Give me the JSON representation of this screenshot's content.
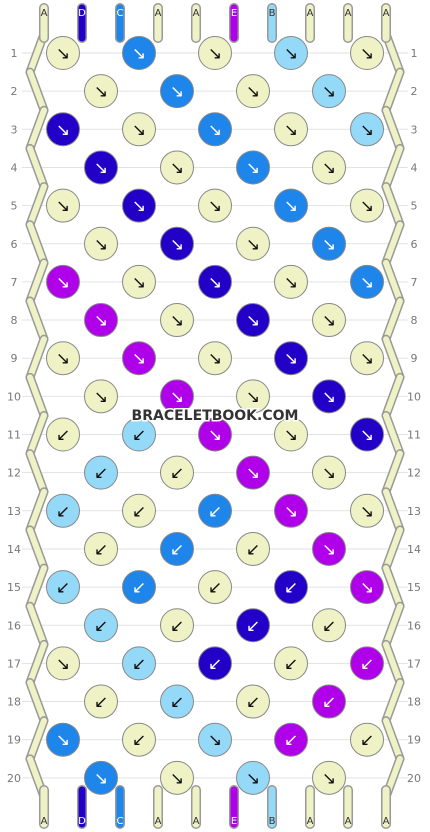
{
  "watermark": "BRACELETBOOK.COM",
  "strand_colors": {
    "A": "#eef2c4",
    "B": "#94d9f7",
    "C": "#1e86ea",
    "D": "#2200c8",
    "E": "#b000ea"
  },
  "top_strands": [
    "A",
    "D",
    "C",
    "A",
    "A",
    "E",
    "B",
    "A",
    "A",
    "A"
  ],
  "bottom_strands": [
    "A",
    "D",
    "C",
    "A",
    "A",
    "E",
    "B",
    "A",
    "A",
    "A"
  ],
  "row_labels": [
    "1",
    "2",
    "3",
    "4",
    "5",
    "6",
    "7",
    "8",
    "9",
    "10",
    "11",
    "12",
    "13",
    "14",
    "15",
    "16",
    "17",
    "18",
    "19",
    "20"
  ],
  "rows": [
    {
      "knots": [
        {
          "c": "A",
          "d": "↘"
        },
        {
          "c": "C",
          "d": "↘"
        },
        {
          "c": "A",
          "d": "↘"
        },
        {
          "c": "B",
          "d": "↘"
        },
        {
          "c": "A",
          "d": "↘"
        }
      ]
    },
    {
      "knots": [
        {
          "c": "A",
          "d": "↘"
        },
        {
          "c": "C",
          "d": "↘"
        },
        {
          "c": "A",
          "d": "↘"
        },
        {
          "c": "B",
          "d": "↘"
        }
      ]
    },
    {
      "knots": [
        {
          "c": "D",
          "d": "↘"
        },
        {
          "c": "A",
          "d": "↘"
        },
        {
          "c": "C",
          "d": "↘"
        },
        {
          "c": "A",
          "d": "↘"
        },
        {
          "c": "B",
          "d": "↘"
        }
      ]
    },
    {
      "knots": [
        {
          "c": "D",
          "d": "↘"
        },
        {
          "c": "A",
          "d": "↘"
        },
        {
          "c": "C",
          "d": "↘"
        },
        {
          "c": "A",
          "d": "↘"
        }
      ]
    },
    {
      "knots": [
        {
          "c": "A",
          "d": "↘"
        },
        {
          "c": "D",
          "d": "↘"
        },
        {
          "c": "A",
          "d": "↘"
        },
        {
          "c": "C",
          "d": "↘"
        },
        {
          "c": "A",
          "d": "↘"
        }
      ]
    },
    {
      "knots": [
        {
          "c": "A",
          "d": "↘"
        },
        {
          "c": "D",
          "d": "↘"
        },
        {
          "c": "A",
          "d": "↘"
        },
        {
          "c": "C",
          "d": "↘"
        }
      ]
    },
    {
      "knots": [
        {
          "c": "E",
          "d": "↘"
        },
        {
          "c": "A",
          "d": "↘"
        },
        {
          "c": "D",
          "d": "↘"
        },
        {
          "c": "A",
          "d": "↘"
        },
        {
          "c": "C",
          "d": "↘"
        }
      ]
    },
    {
      "knots": [
        {
          "c": "E",
          "d": "↘"
        },
        {
          "c": "A",
          "d": "↘"
        },
        {
          "c": "D",
          "d": "↘"
        },
        {
          "c": "A",
          "d": "↘"
        }
      ]
    },
    {
      "knots": [
        {
          "c": "A",
          "d": "↘"
        },
        {
          "c": "E",
          "d": "↘"
        },
        {
          "c": "A",
          "d": "↘"
        },
        {
          "c": "D",
          "d": "↘"
        },
        {
          "c": "A",
          "d": "↘"
        }
      ]
    },
    {
      "knots": [
        {
          "c": "A",
          "d": "↘"
        },
        {
          "c": "E",
          "d": "↘"
        },
        {
          "c": "A",
          "d": "↘"
        },
        {
          "c": "D",
          "d": "↘"
        }
      ]
    },
    {
      "knots": [
        {
          "c": "A",
          "d": "↙"
        },
        {
          "c": "B",
          "d": "↙"
        },
        {
          "c": "E",
          "d": "↘"
        },
        {
          "c": "A",
          "d": "↘"
        },
        {
          "c": "D",
          "d": "↘"
        }
      ]
    },
    {
      "knots": [
        {
          "c": "B",
          "d": "↙"
        },
        {
          "c": "A",
          "d": "↙"
        },
        {
          "c": "E",
          "d": "↘"
        },
        {
          "c": "A",
          "d": "↘"
        }
      ]
    },
    {
      "knots": [
        {
          "c": "B",
          "d": "↙"
        },
        {
          "c": "A",
          "d": "↙"
        },
        {
          "c": "C",
          "d": "↙"
        },
        {
          "c": "E",
          "d": "↘"
        },
        {
          "c": "A",
          "d": "↘"
        }
      ]
    },
    {
      "knots": [
        {
          "c": "A",
          "d": "↙"
        },
        {
          "c": "C",
          "d": "↙"
        },
        {
          "c": "A",
          "d": "↙"
        },
        {
          "c": "E",
          "d": "↘"
        }
      ]
    },
    {
      "knots": [
        {
          "c": "B",
          "d": "↙"
        },
        {
          "c": "C",
          "d": "↙"
        },
        {
          "c": "A",
          "d": "↙"
        },
        {
          "c": "D",
          "d": "↙"
        },
        {
          "c": "E",
          "d": "↘"
        }
      ]
    },
    {
      "knots": [
        {
          "c": "B",
          "d": "↙"
        },
        {
          "c": "A",
          "d": "↙"
        },
        {
          "c": "D",
          "d": "↙"
        },
        {
          "c": "A",
          "d": "↙"
        }
      ]
    },
    {
      "knots": [
        {
          "c": "A",
          "d": "↘"
        },
        {
          "c": "B",
          "d": "↙"
        },
        {
          "c": "D",
          "d": "↙"
        },
        {
          "c": "A",
          "d": "↙"
        },
        {
          "c": "E",
          "d": "↙"
        }
      ]
    },
    {
      "knots": [
        {
          "c": "A",
          "d": "↙"
        },
        {
          "c": "B",
          "d": "↙"
        },
        {
          "c": "A",
          "d": "↙"
        },
        {
          "c": "E",
          "d": "↙"
        }
      ]
    },
    {
      "knots": [
        {
          "c": "C",
          "d": "↘"
        },
        {
          "c": "A",
          "d": "↙"
        },
        {
          "c": "B",
          "d": "↘"
        },
        {
          "c": "E",
          "d": "↙"
        },
        {
          "c": "A",
          "d": "↙"
        }
      ]
    },
    {
      "knots": [
        {
          "c": "C",
          "d": "↘"
        },
        {
          "c": "A",
          "d": "↘"
        },
        {
          "c": "B",
          "d": "↘"
        },
        {
          "c": "A",
          "d": "↘"
        }
      ]
    }
  ]
}
